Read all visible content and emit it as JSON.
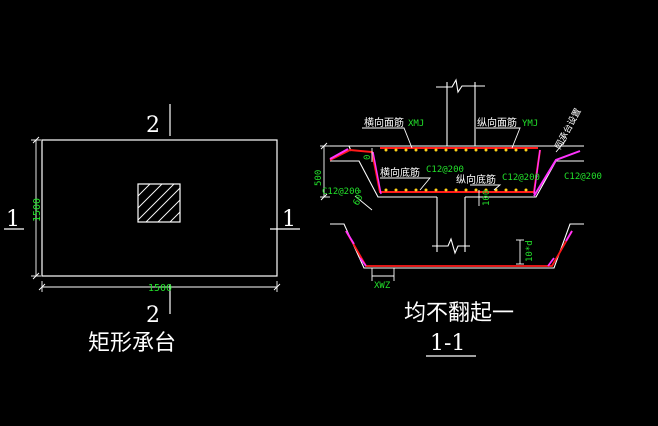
{
  "left_plan": {
    "dim_horizontal": "1500",
    "dim_vertical": "1500",
    "section_mark_left": "1",
    "section_mark_right": "1",
    "section_mark_top": "2",
    "section_mark_bottom": "2",
    "caption": "矩形承台"
  },
  "section": {
    "label_hx_top": "横向面筋",
    "label_hx_top_code": "XMJ",
    "label_zx_top": "纵向面筋",
    "label_zx_top_code": "YMJ",
    "label_anchor": "同承台设置",
    "label_hx_bot": "横向底筋",
    "label_hx_bot_spec": "C12@200",
    "label_zx_bot": "纵向底筋",
    "label_zx_bot_spec": "C12@200",
    "label_right_spec": "C12@200",
    "label_left_spec": "C12@200",
    "dim_500": "500",
    "dim_zero": "0",
    "dim_100": "100",
    "dim_angle": "60°",
    "dim_xwz": "XWZ",
    "dim_hyd": "10*d",
    "caption_note": "均不翻起一",
    "caption_title": "1-1"
  },
  "colors": {
    "background": "#000000",
    "line": "#ffffff",
    "dimension": "#22e02a",
    "rebar_red": "#ff1a1a",
    "rebar_magenta": "#ff33ff",
    "rebar_dot": "#ffd21a"
  }
}
